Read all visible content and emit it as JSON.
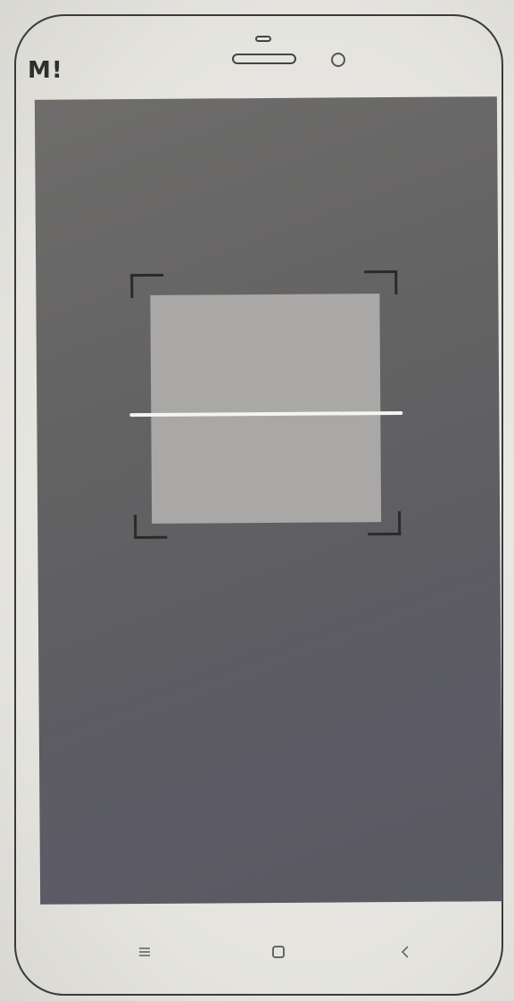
{
  "device": {
    "brand_logo": "M!",
    "frame_color": "#3a3a3a",
    "screen_color": "#646363"
  },
  "scanner": {
    "target_color": "#a9a8a6",
    "scan_line_color": "#f4f4f1",
    "corner_bracket_color": "#2a2a2a"
  },
  "navigation_bar": {
    "buttons": [
      {
        "name": "menu",
        "icon": "menu-icon"
      },
      {
        "name": "home",
        "icon": "home-square-icon"
      },
      {
        "name": "back",
        "icon": "back-chevron-icon"
      }
    ]
  }
}
